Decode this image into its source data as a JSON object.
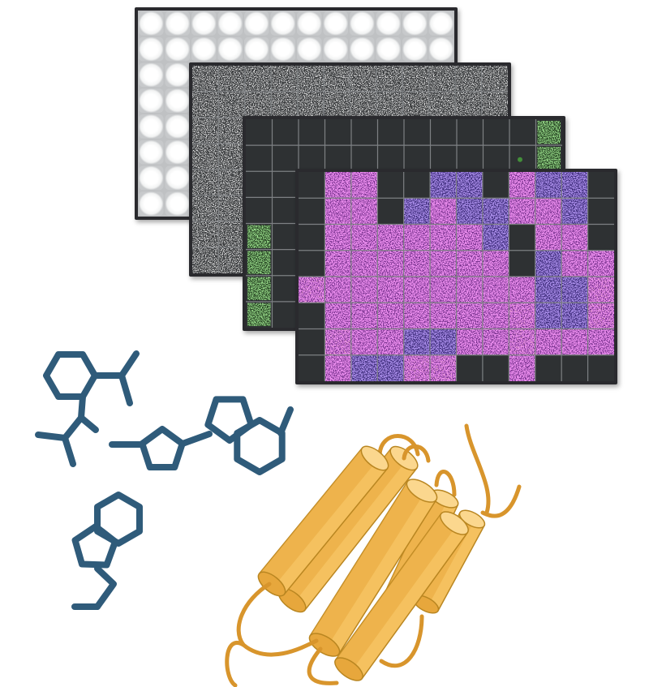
{
  "colors": {
    "plate_frame": "#2a2c2e",
    "plate_gridline": "#7d8083",
    "brightfield_well": "#ffffff",
    "brightfield_edge": "#c9cbcd",
    "noise_speckle": "#d8d8d8",
    "green_signal": "#48a83c",
    "magenta_signal": "#b43ad6",
    "violet_signal": "#4f3ab0",
    "orange_hotspot": "#ff9b5a",
    "dark_well": "#2e3133",
    "molecule_stroke": "#2f5b7a",
    "protein_fill": "#f5c15f",
    "protein_shadow": "#e7a73c",
    "protein_stroke": "#b98621",
    "protein_loop": "#d8952c"
  },
  "plates": [
    {
      "id": "brightfield",
      "channel": "brightfield",
      "cols": 12,
      "rows": 8
    },
    {
      "id": "grayscale",
      "channel": "grayscale",
      "cols": 12,
      "rows": 8
    },
    {
      "id": "green",
      "channel": "green",
      "cols": 12,
      "rows": 8,
      "bright_wells": [
        [
          11,
          0
        ],
        [
          11,
          1
        ],
        [
          0,
          4
        ],
        [
          0,
          5
        ],
        [
          0,
          6
        ],
        [
          0,
          7
        ]
      ],
      "dim_wells": [
        [
          10,
          1
        ]
      ]
    },
    {
      "id": "magenta",
      "channel": "magenta",
      "cols": 12,
      "rows": 8,
      "empty_wells": [
        [
          0,
          0
        ],
        [
          0,
          1
        ],
        [
          0,
          2
        ],
        [
          0,
          3
        ],
        [
          0,
          5
        ],
        [
          0,
          6
        ],
        [
          0,
          7
        ],
        [
          3,
          0
        ],
        [
          3,
          1
        ],
        [
          4,
          0
        ],
        [
          11,
          0
        ],
        [
          11,
          1
        ],
        [
          11,
          2
        ],
        [
          11,
          7
        ],
        [
          8,
          2
        ],
        [
          8,
          3
        ],
        [
          7,
          0
        ],
        [
          6,
          7
        ],
        [
          7,
          7
        ],
        [
          9,
          7
        ],
        [
          10,
          7
        ]
      ],
      "violet_wells": [
        [
          4,
          1
        ],
        [
          5,
          0
        ],
        [
          6,
          0
        ],
        [
          6,
          1
        ],
        [
          7,
          1
        ],
        [
          7,
          2
        ],
        [
          9,
          0
        ],
        [
          10,
          0
        ],
        [
          10,
          1
        ],
        [
          9,
          3
        ],
        [
          9,
          4
        ],
        [
          9,
          5
        ],
        [
          10,
          4
        ],
        [
          10,
          5
        ],
        [
          4,
          6
        ],
        [
          5,
          6
        ],
        [
          2,
          7
        ],
        [
          3,
          7
        ]
      ],
      "hot_wells": [
        [
          0,
          4
        ],
        [
          11,
          4
        ],
        [
          11,
          5
        ],
        [
          1,
          6
        ],
        [
          8,
          6
        ],
        [
          4,
          7
        ],
        [
          5,
          7
        ],
        [
          8,
          5
        ]
      ]
    }
  ]
}
